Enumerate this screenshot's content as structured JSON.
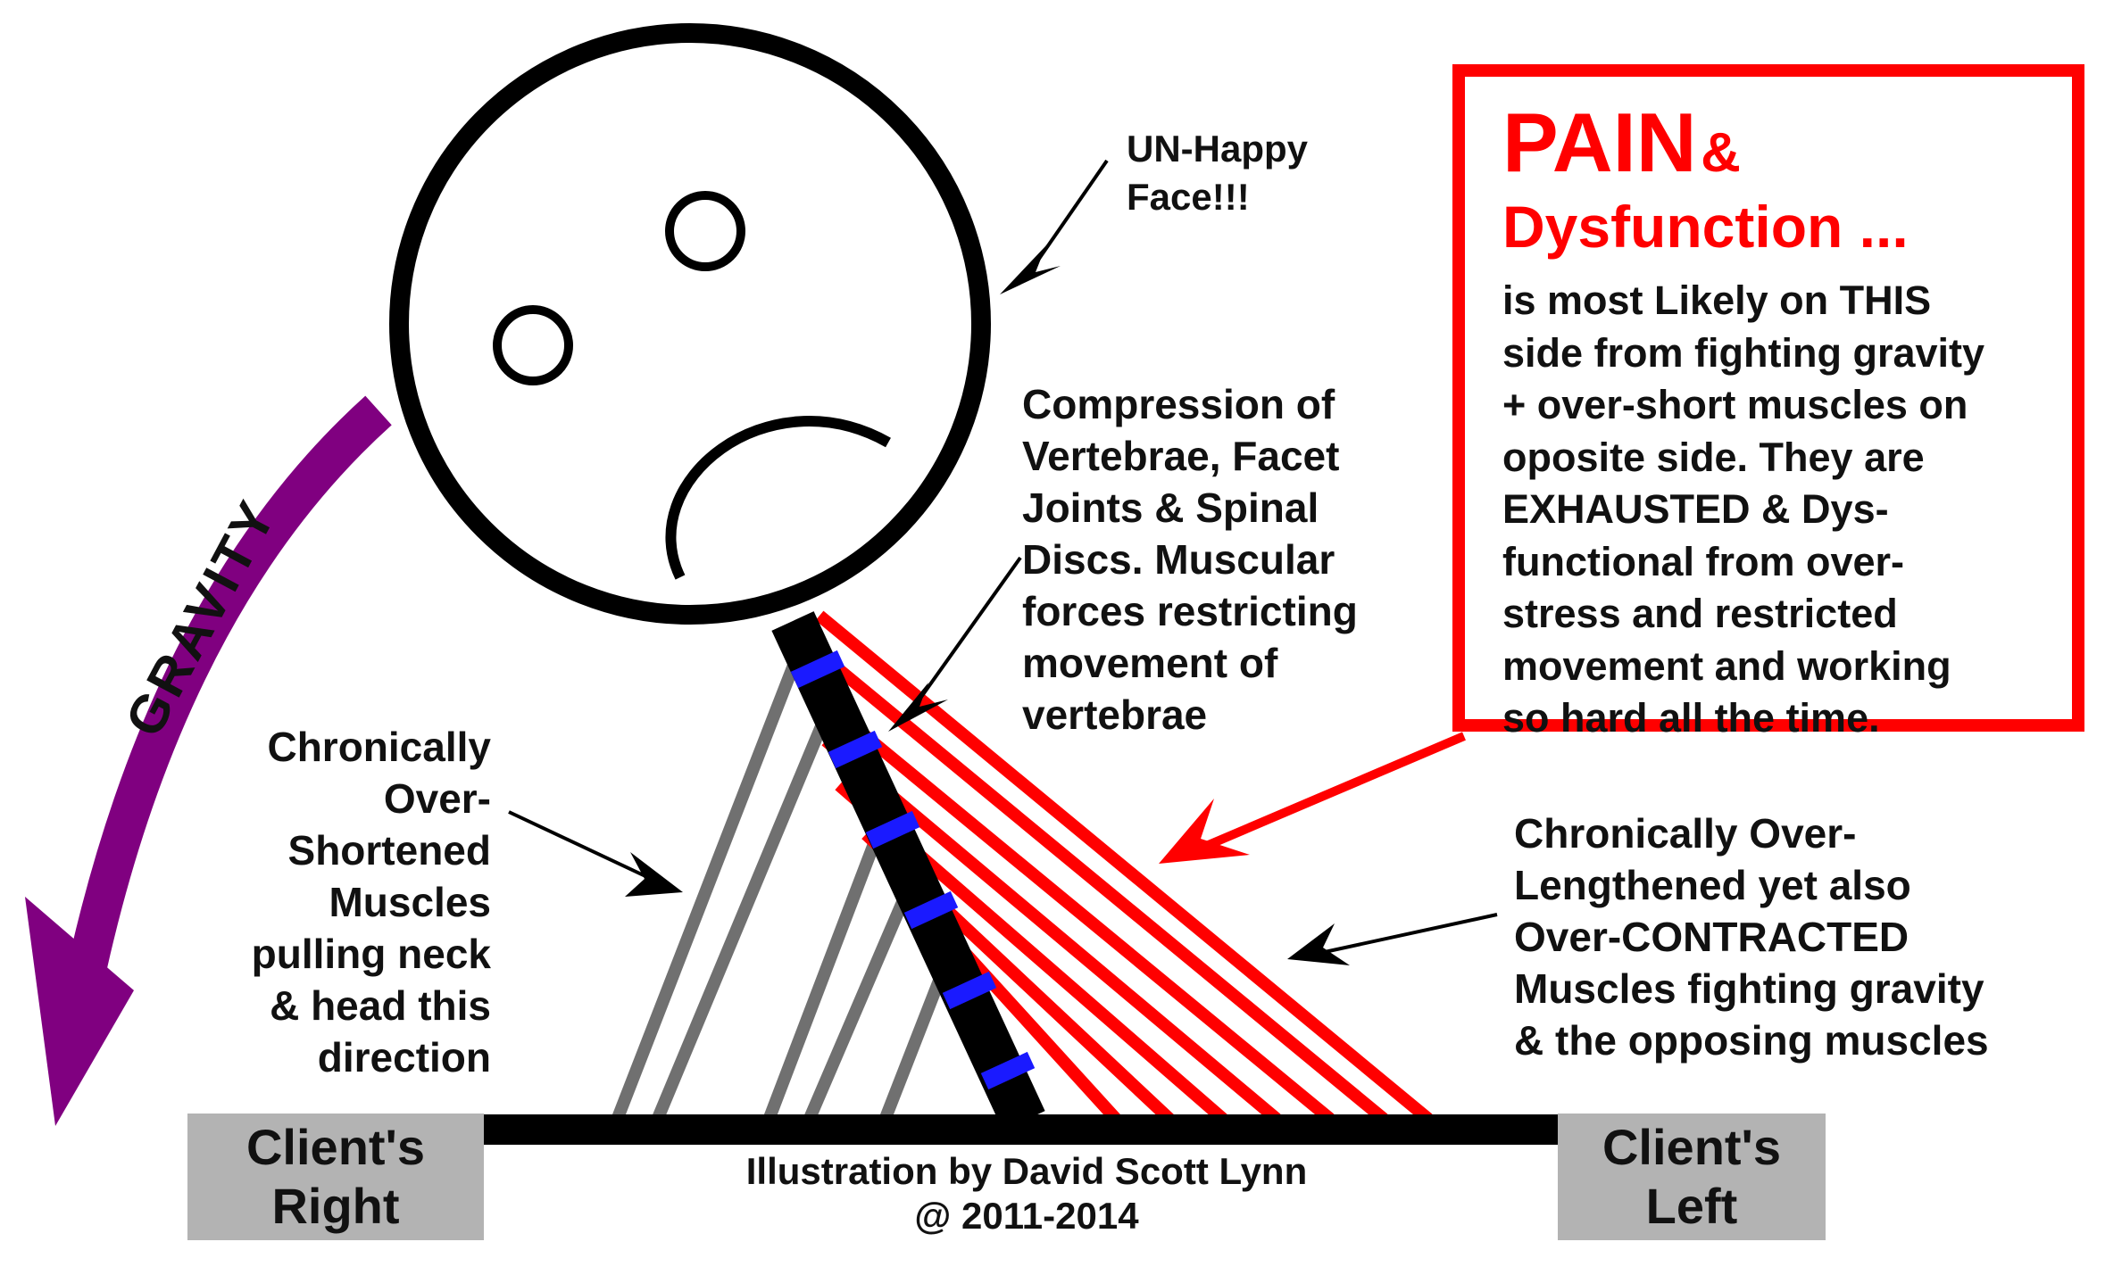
{
  "gravity_label": "GRAVITY",
  "face_label": "UN-Happy\nFace!!!",
  "compression_label": "Compression of\nVertebrae, Facet\nJoints & Spinal\nDiscs. Muscular\nforces restricting\nmovement of\nvertebrae",
  "shortened_label": "Chronically\nOver-\nShortened\nMuscles\npulling neck\n& head this\ndirection",
  "lengthened_label": "Chronically Over-\nLengthened yet also\nOver-CONTRACTED\nMuscles fighting gravity\n& the opposing muscles",
  "pain_box": {
    "title": "PAIN",
    "amp": "&",
    "subtitle": "Dysfunction ...",
    "body": "is most Likely on THIS\nside from fighting gravity\n+ over-short muscles on\noposite side. They are\nEXHAUSTED & Dys-\nfunctional from over-\nstress and restricted\nmovement and working\nso hard all the time."
  },
  "client_right": "Client's\nRight",
  "client_left": "Client's\nLeft",
  "credit": "Illustration by David Scott Lynn\n@ 2011-2014",
  "colors": {
    "gravity_arrow": "#800080",
    "pain": "#ff0000",
    "vertebra_marks": "#1a1aff",
    "shortened_muscles": "#707070",
    "side_boxes": "#b3b3b3"
  }
}
